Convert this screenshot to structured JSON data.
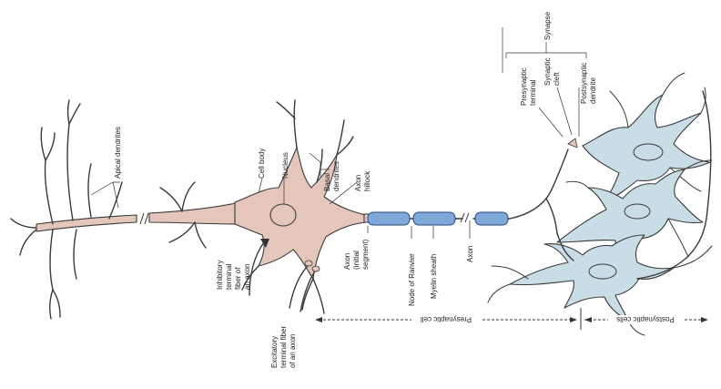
{
  "colors": {
    "presynaptic_fill": "#e4c7ba",
    "postsynaptic_fill": "#c9dde6",
    "myelin_fill": "#7fa9da",
    "outline": "#3a3a3a"
  },
  "labels": {
    "apical_dendrites": "Apical dendrites",
    "cell_body": "Cell body",
    "nucleus": "Nucleus",
    "basal_dendrites_1": "Basal",
    "basal_dendrites_2": "dendrites",
    "axon_hillock_1": "Axon",
    "axon_hillock_2": "hillock",
    "inhibitory_1": "Inhibitory",
    "inhibitory_2": "terminal",
    "inhibitory_3": "fiber of",
    "inhibitory_4": "an axon",
    "excitatory_1": "Excitatory",
    "excitatory_2": "terminal fiber",
    "excitatory_3": "of an axon",
    "axon_initial_1": "Axon",
    "axon_initial_2": "(initial",
    "axon_initial_3": "segment)",
    "node_of_ranvier": "Node of Ranvier",
    "myelin_sheath": "Myelin sheath",
    "axon": "Axon",
    "synapse": "Synapse",
    "presynaptic_terminal_1": "Presynaptic",
    "presynaptic_terminal_2": "terminal",
    "synaptic_cleft_1": "Synaptic",
    "synaptic_cleft_2": "cleft",
    "postsynaptic_dendrite_1": "Postsynaptic",
    "postsynaptic_dendrite_2": "dendrite",
    "presynaptic_cell": "Presynaptic cell",
    "postsynaptic_cells": "Postsynaptic cells"
  }
}
